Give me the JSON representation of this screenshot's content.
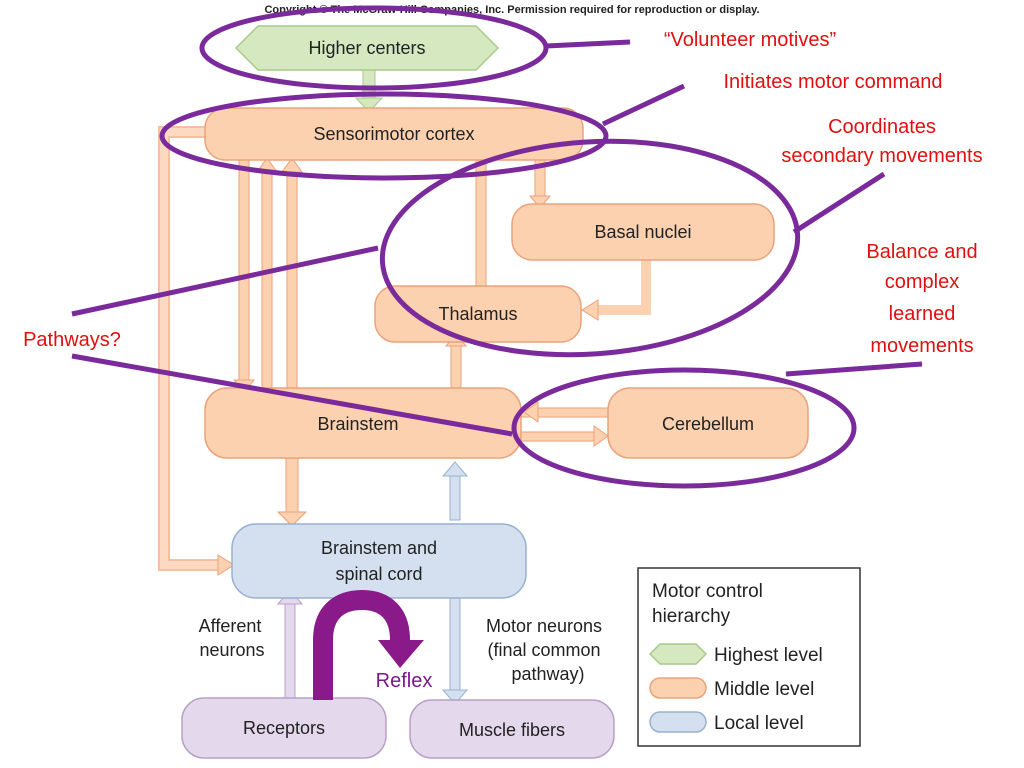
{
  "copyright": "Copyright © The McGraw-Hill Companies, Inc. Permission required for reproduction or display.",
  "nodes": {
    "higher_centers": "Higher centers",
    "sensorimotor_cortex": "Sensorimotor cortex",
    "basal_nuclei": "Basal nuclei",
    "thalamus": "Thalamus",
    "brainstem": "Brainstem",
    "cerebellum": "Cerebellum",
    "brainstem_spinal_line1": "Brainstem and",
    "brainstem_spinal_line2": "spinal cord",
    "receptors": "Receptors",
    "muscle_fibers": "Muscle fibers"
  },
  "pathway_labels": {
    "afferent_line1": "Afferent",
    "afferent_line2": "neurons",
    "motor_line1": "Motor neurons",
    "motor_line2": "(final common",
    "motor_line3": "pathway)",
    "reflex": "Reflex"
  },
  "annotations": {
    "volunteer": "“Volunteer motives”",
    "initiates": "Initiates motor command",
    "coordinates_line1": "Coordinates",
    "coordinates_line2": "secondary movements",
    "balance_line1": "Balance and",
    "balance_line2": "complex",
    "balance_line3": "learned",
    "balance_line4": "movements",
    "pathways": "Pathways?"
  },
  "legend": {
    "title_line1": "Motor control",
    "title_line2": "hierarchy",
    "highest": "Highest level",
    "middle": "Middle level",
    "local": "Local level"
  },
  "colors": {
    "highest_fill": "#d5e8bf",
    "middle_fill": "#fcd1b0",
    "local_fill": "#d4e0f0",
    "sensory_fill": "#e4d8ec",
    "annotation_red": "#e01010",
    "ellipse_purple": "#7a2a9a",
    "reflex_purple": "#8a1a8a"
  }
}
